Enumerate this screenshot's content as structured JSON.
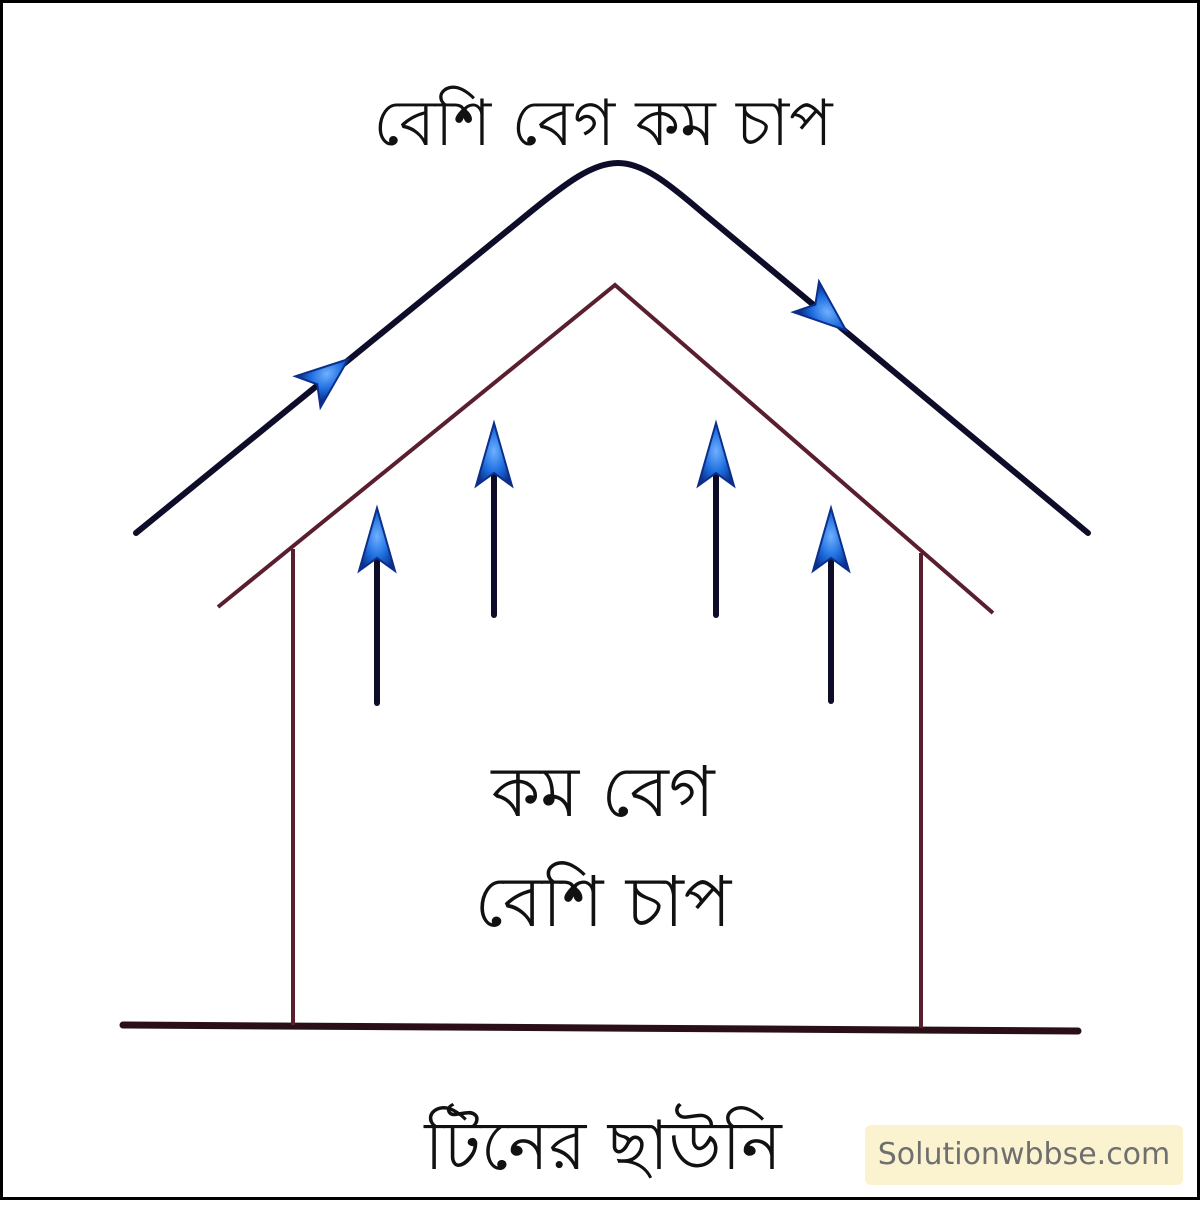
{
  "diagram": {
    "top_label": "বেশি বেগ কম চাপ",
    "center_label_line1": "কম বেগ",
    "center_label_line2": "বেশি চাপ",
    "bottom_label": "টিনের ছাউনি",
    "watermark": "Solutionwbbse.com"
  },
  "colors": {
    "house_outline": "#5a1f2e",
    "airflow_line": "#0d0d2a",
    "arrow_head": "#1f6fe0",
    "arrow_head_dark": "#0b2f8a"
  },
  "icons": {
    "roof_flow_arrow": "arrow-head-icon",
    "upward_arrow": "up-arrow-icon"
  }
}
